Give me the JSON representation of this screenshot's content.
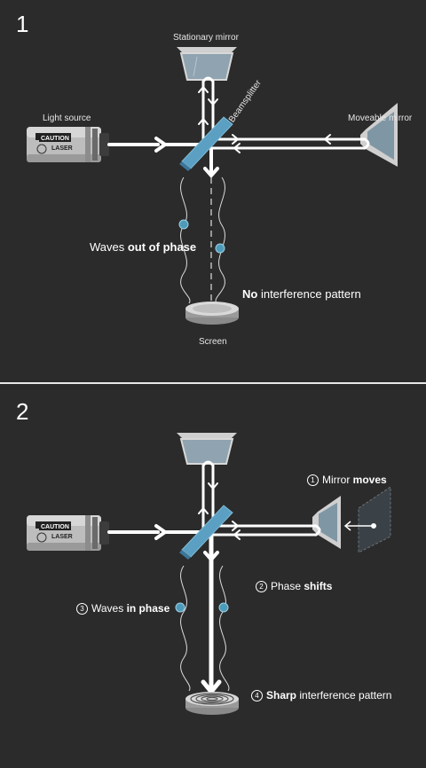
{
  "panel1": {
    "number": "1",
    "stationary_mirror_label": "Stationary mirror",
    "light_source_label": "Light source",
    "moveable_mirror_label": "Moveable mirror",
    "beamsplitter_label": "Beamsplitter",
    "laser": {
      "caution": "CAUTION",
      "name": "LASER"
    },
    "waves_label": {
      "pre": "Waves ",
      "bold": "out of phase"
    },
    "pattern_label": {
      "bold": "No",
      "post": " interference pattern"
    },
    "screen_label": "Screen"
  },
  "panel2": {
    "number": "2",
    "laser": {
      "caution": "CAUTION",
      "name": "LASER"
    },
    "step1": {
      "num": "1",
      "pre": "Mirror ",
      "bold": "moves"
    },
    "step2": {
      "num": "2",
      "pre": "Phase ",
      "bold": "shifts"
    },
    "step3": {
      "num": "3",
      "pre": "Waves ",
      "bold": "in phase"
    },
    "step4": {
      "num": "4",
      "bold": "Sharp",
      "post": " interference pattern"
    }
  },
  "colors": {
    "background": "#2b2b2b",
    "beam": "#ffffff",
    "beamsplitter": "#5b9fc2",
    "mirror_glass": "#8fa3b0",
    "wave_marker": "#4d9bb8"
  }
}
